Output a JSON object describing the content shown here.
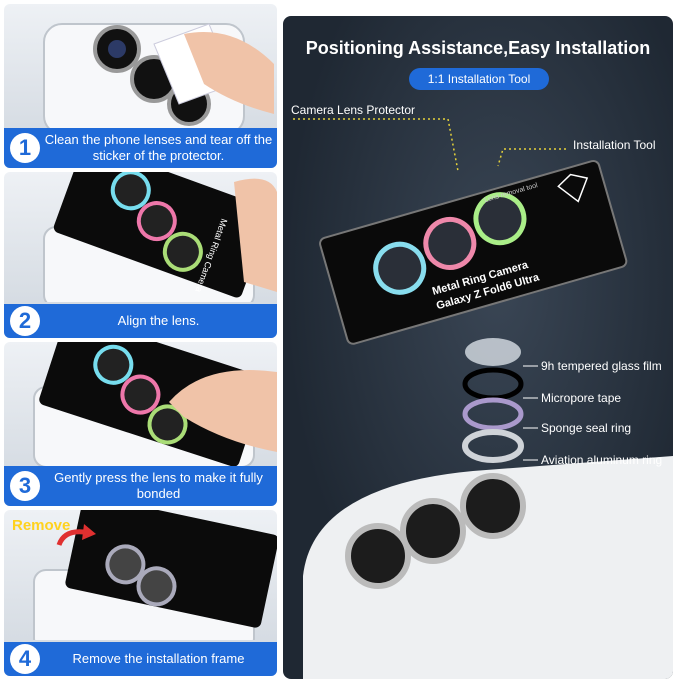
{
  "steps": [
    {
      "num": "1",
      "text": "Clean the phone lenses and tear off the sticker of the protector."
    },
    {
      "num": "2",
      "text": "Align the lens."
    },
    {
      "num": "3",
      "text": "Gently press the lens to make it fully bonded"
    },
    {
      "num": "4",
      "text": "Remove the installation frame"
    }
  ],
  "remove_label": "Remove",
  "right": {
    "title": "Positioning Assistance,Easy Installation",
    "pill": "1:1 Installation Tool",
    "camera_label": "Camera Lens Protector",
    "tool_label": "Installation Tool",
    "card_line1": "Metal Ring Camera",
    "card_line2": "Galaxy Z Fold6 Ultra",
    "card_small": "Lens removal tool",
    "layers": [
      "9h tempered glass film",
      "Micropore tape",
      "Sponge seal ring",
      "Aviation aluminum ring"
    ]
  },
  "colors": {
    "accent": "#1f6ad8",
    "dark_panel": "#1f2833",
    "remove": "#ffd21f"
  },
  "icons": [
    "diamond-icon",
    "arrow-icon",
    "camera-lens-icon"
  ]
}
